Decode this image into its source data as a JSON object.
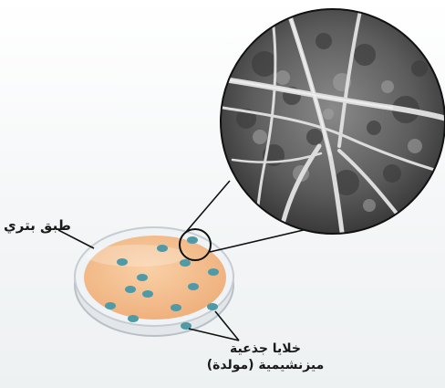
{
  "labels": {
    "petri_dish": "طبق بتري",
    "stem_cells_line1": "خلايا جذعية",
    "stem_cells_line2": "ميزنشيمية (مولدة)"
  },
  "colors": {
    "medium": "#f6c494",
    "cell": "#4f9aa7",
    "micrograph_dark": "#3a3a3a",
    "micrograph_fiber": "#d8d8d8",
    "leader_line": "#111111"
  }
}
